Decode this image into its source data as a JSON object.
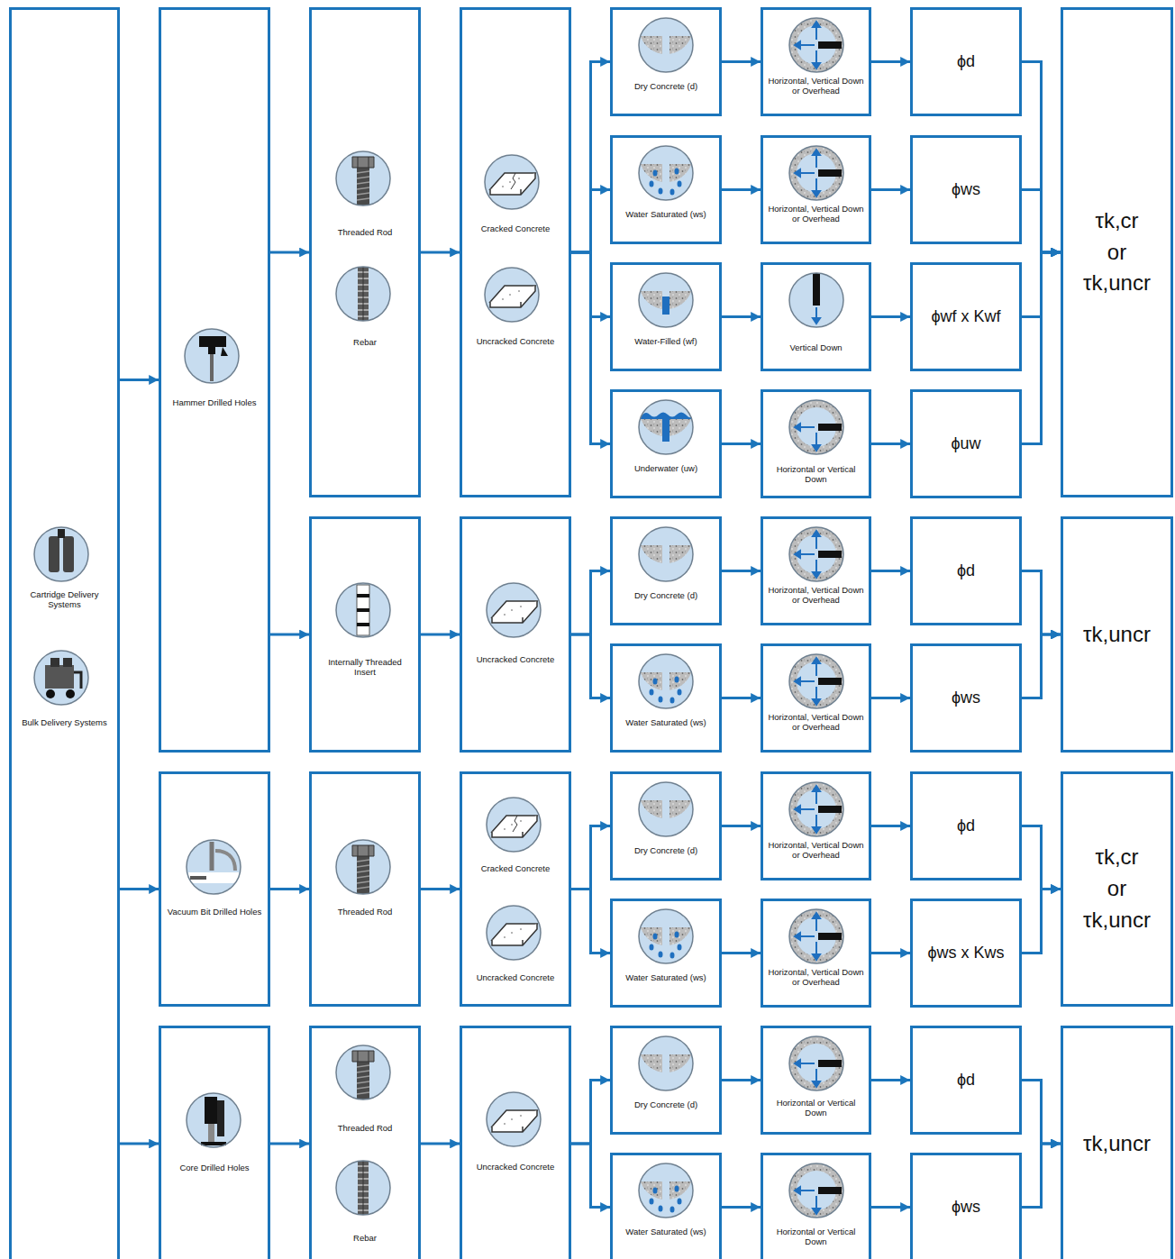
{
  "diagram": {
    "nodes": [
      {
        "text": [
          "Cartridge Delivery Systems",
          "Bulk Delivery Systems"
        ]
      },
      {
        "text": [
          "Hammer Drilled Holes"
        ]
      },
      {
        "text": [
          "Threaded Rod",
          "Rebar"
        ]
      },
      {
        "text": [
          "Cracked Concrete",
          "Uncracked Concrete"
        ]
      },
      {
        "text": [
          "Dry Concrete (d)"
        ]
      },
      {
        "text": [
          "Horizontal, Vertical Down or Overhead"
        ]
      },
      {
        "text": [
          "ϕd"
        ]
      },
      {
        "text": [
          "Water Saturated (ws)"
        ]
      },
      {
        "text": [
          "Horizontal, Vertical Down or Overhead"
        ]
      },
      {
        "text": [
          "ϕws"
        ]
      },
      {
        "text": [
          "Water-Filled (wf)"
        ]
      },
      {
        "text": [
          "Vertical Down"
        ]
      },
      {
        "text": [
          "ϕwf x Kwf"
        ]
      },
      {
        "text": [
          "Underwater (uw)"
        ]
      },
      {
        "text": [
          "Horizontal or Vertical Down"
        ]
      },
      {
        "text": [
          "ϕuw"
        ]
      },
      {
        "text": [
          "τk,cr",
          "or",
          "τk,uncr"
        ]
      },
      {
        "text": [
          "Internally Threaded Insert"
        ]
      },
      {
        "text": [
          "Uncracked Concrete"
        ]
      },
      {
        "text": [
          "Dry Concrete (d)"
        ]
      },
      {
        "text": [
          "Horizontal, Vertical Down or Overhead"
        ]
      },
      {
        "text": [
          "ϕd"
        ]
      },
      {
        "text": [
          "Water Saturated (ws)"
        ]
      },
      {
        "text": [
          "Horizontal, Vertical Down or Overhead"
        ]
      },
      {
        "text": [
          "ϕws"
        ]
      },
      {
        "text": [
          "τk,uncr"
        ]
      },
      {
        "text": [
          "Vacuum Bit Drilled Holes"
        ]
      },
      {
        "text": [
          "Threaded Rod"
        ]
      },
      {
        "text": [
          "Cracked Concrete",
          "Uncracked Concrete"
        ]
      },
      {
        "text": [
          "Dry Concrete (d)"
        ]
      },
      {
        "text": [
          "Horizontal, Vertical Down or Overhead"
        ]
      },
      {
        "text": [
          "ϕd"
        ]
      },
      {
        "text": [
          "Water Saturated (ws)"
        ]
      },
      {
        "text": [
          "Horizontal, Vertical Down or Overhead"
        ]
      },
      {
        "text": [
          "ϕws x Kws"
        ]
      },
      {
        "text": [
          "τk,cr",
          "or",
          "τk,uncr"
        ]
      },
      {
        "text": [
          "Core Drilled Holes"
        ]
      },
      {
        "text": [
          "Threaded Rod",
          "Rebar"
        ]
      },
      {
        "text": [
          "Uncracked Concrete"
        ]
      },
      {
        "text": [
          "Dry Concrete (d)"
        ]
      },
      {
        "text": [
          "Horizontal or Vertical Down"
        ]
      },
      {
        "text": [
          "ϕd"
        ]
      },
      {
        "text": [
          "Water Saturated (ws)"
        ]
      },
      {
        "text": [
          "Horizontal or Vertical Down"
        ]
      },
      {
        "text": [
          "ϕws"
        ]
      },
      {
        "text": [
          "τk,uncr"
        ]
      }
    ],
    "edges": [
      {
        "from": 0,
        "to": 1,
        "arrow": "to"
      },
      {
        "from": 0,
        "to": 26,
        "arrow": "to"
      },
      {
        "from": 0,
        "to": 36,
        "arrow": "to"
      },
      {
        "from": 1,
        "to": 2,
        "arrow": "to"
      },
      {
        "from": 1,
        "to": 17,
        "arrow": "to"
      },
      {
        "from": 2,
        "to": 3,
        "arrow": "to"
      },
      {
        "from": 3,
        "to": 4,
        "arrow": "to"
      },
      {
        "from": 3,
        "to": 7,
        "arrow": "to"
      },
      {
        "from": 3,
        "to": 10,
        "arrow": "to"
      },
      {
        "from": 3,
        "to": 13,
        "arrow": "to"
      },
      {
        "from": 4,
        "to": 5,
        "arrow": "to"
      },
      {
        "from": 5,
        "to": 6,
        "arrow": "to"
      },
      {
        "from": 7,
        "to": 8,
        "arrow": "to"
      },
      {
        "from": 8,
        "to": 9,
        "arrow": "to"
      },
      {
        "from": 10,
        "to": 11,
        "arrow": "to"
      },
      {
        "from": 11,
        "to": 12,
        "arrow": "to"
      },
      {
        "from": 13,
        "to": 14,
        "arrow": "to"
      },
      {
        "from": 14,
        "to": 15,
        "arrow": "to"
      },
      {
        "from": 6,
        "to": 16,
        "arrow": "to"
      },
      {
        "from": 9,
        "to": 16,
        "arrow": "to"
      },
      {
        "from": 12,
        "to": 16,
        "arrow": "to"
      },
      {
        "from": 15,
        "to": 16,
        "arrow": "to"
      },
      {
        "from": 17,
        "to": 18,
        "arrow": "to"
      },
      {
        "from": 18,
        "to": 19,
        "arrow": "to"
      },
      {
        "from": 18,
        "to": 22,
        "arrow": "to"
      },
      {
        "from": 19,
        "to": 20,
        "arrow": "to"
      },
      {
        "from": 20,
        "to": 21,
        "arrow": "to"
      },
      {
        "from": 22,
        "to": 23,
        "arrow": "to"
      },
      {
        "from": 23,
        "to": 24,
        "arrow": "to"
      },
      {
        "from": 21,
        "to": 25,
        "arrow": "to"
      },
      {
        "from": 24,
        "to": 25,
        "arrow": "to"
      },
      {
        "from": 26,
        "to": 27,
        "arrow": "to"
      },
      {
        "from": 27,
        "to": 28,
        "arrow": "to"
      },
      {
        "from": 28,
        "to": 29,
        "arrow": "to"
      },
      {
        "from": 28,
        "to": 32,
        "arrow": "to"
      },
      {
        "from": 29,
        "to": 30,
        "arrow": "to"
      },
      {
        "from": 30,
        "to": 31,
        "arrow": "to"
      },
      {
        "from": 32,
        "to": 33,
        "arrow": "to"
      },
      {
        "from": 33,
        "to": 34,
        "arrow": "to"
      },
      {
        "from": 31,
        "to": 35,
        "arrow": "to"
      },
      {
        "from": 34,
        "to": 35,
        "arrow": "to"
      },
      {
        "from": 36,
        "to": 37,
        "arrow": "to"
      },
      {
        "from": 37,
        "to": 38,
        "arrow": "to"
      },
      {
        "from": 38,
        "to": 39,
        "arrow": "to"
      },
      {
        "from": 38,
        "to": 42,
        "arrow": "to"
      },
      {
        "from": 39,
        "to": 40,
        "arrow": "to"
      },
      {
        "from": 40,
        "to": 41,
        "arrow": "to"
      },
      {
        "from": 42,
        "to": 43,
        "arrow": "to"
      },
      {
        "from": 43,
        "to": 44,
        "arrow": "to"
      },
      {
        "from": 41,
        "to": 45,
        "arrow": "to"
      },
      {
        "from": 44,
        "to": 45,
        "arrow": "to"
      }
    ]
  }
}
